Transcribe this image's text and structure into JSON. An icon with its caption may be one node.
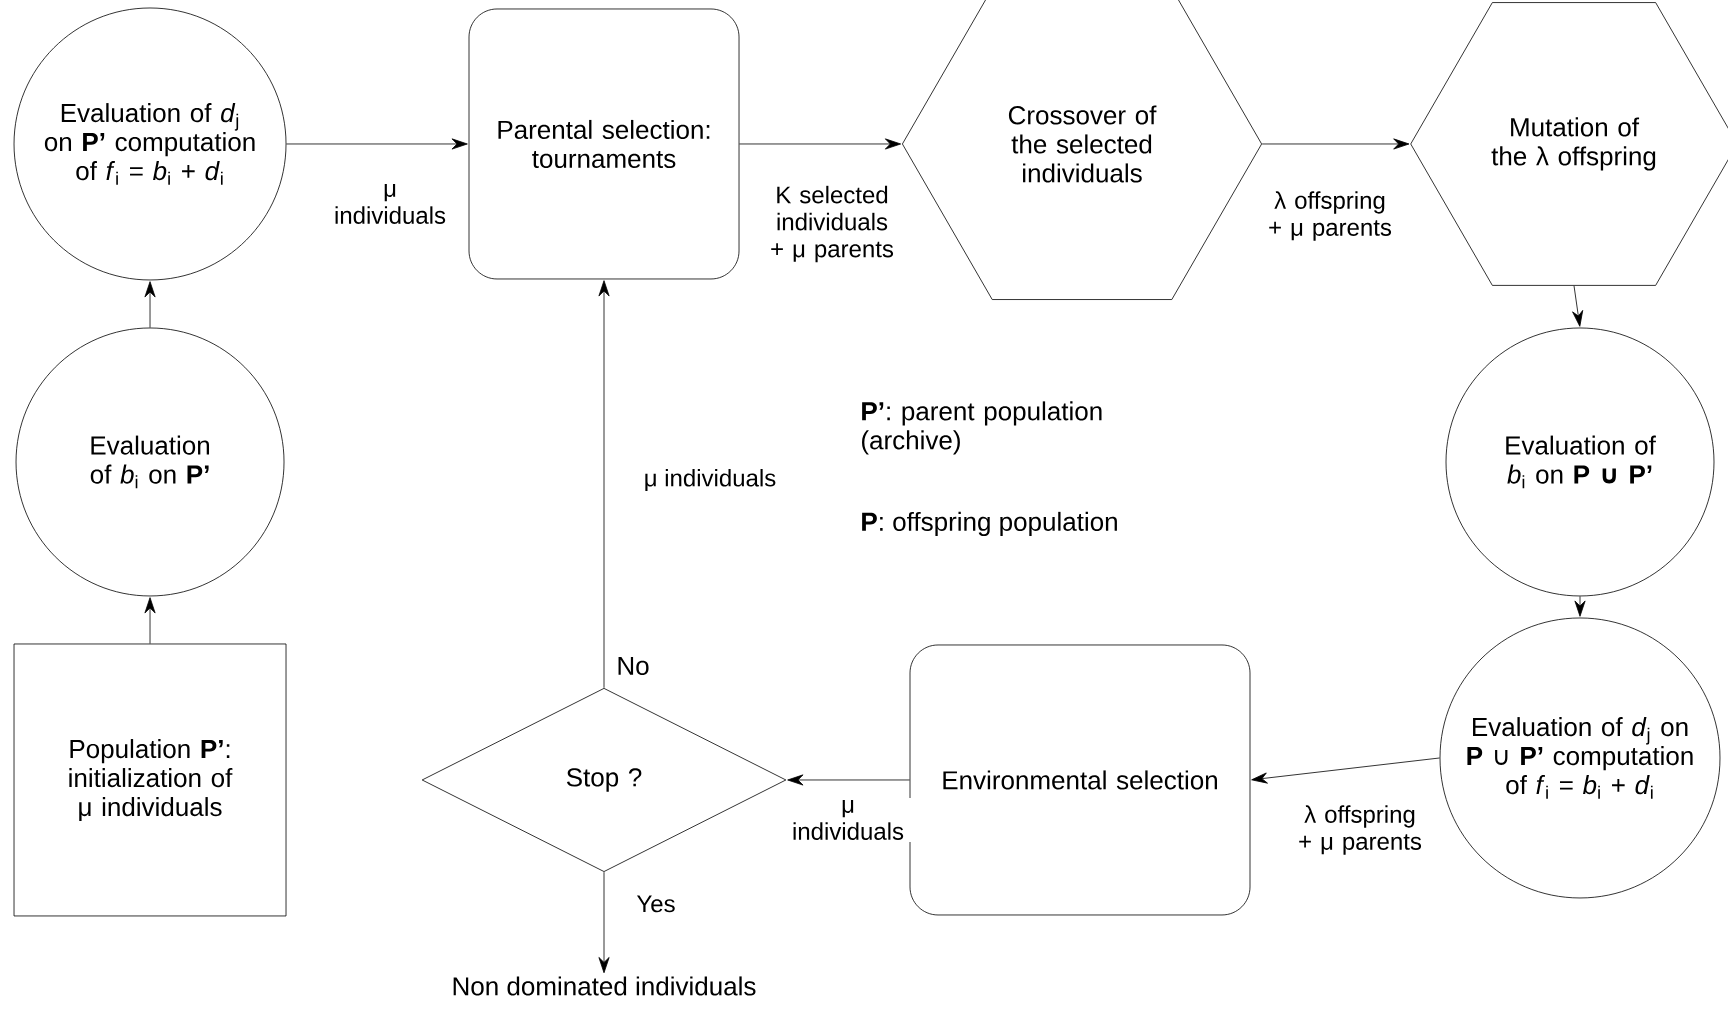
{
  "diagram": {
    "nodes": [
      {
        "text": [
          "Population **P’**: initialization of μ individuals"
        ]
      },
      {
        "text": [
          "Evaluation of *b*$_{i}$ on **P’**"
        ]
      },
      {
        "text": [
          "Evaluation of *d*$_{j}$ on **P’** computation of *f*$_{i}$ = *b*$_{i}$ + *d*$_{i}$"
        ]
      },
      {
        "text": [
          "Parental selection: tournaments"
        ]
      },
      {
        "text": [
          "Crossover of the selected individuals"
        ]
      },
      {
        "text": [
          "Mutation of the λ offspring"
        ]
      },
      {
        "text": [
          "Evaluation of *b*$_{i}$ on **P ∪ P’**"
        ]
      },
      {
        "text": [
          "Evaluation of *d*$_{j}$ on **P** ∪ **P’** computation of *f*$_{i}$ = *b*$_{i}$ + *d*$_{i}$"
        ]
      },
      {
        "text": [
          "Environmental selection"
        ]
      },
      {
        "text": [
          "Stop ?"
        ]
      },
      {
        "text": [
          "Non dominated individuals"
        ]
      }
    ],
    "edges": [
      {
        "from": 0,
        "to": 1,
        "arrow": "to"
      },
      {
        "from": 1,
        "to": 2,
        "arrow": "to"
      },
      {
        "from": 2,
        "to": 3,
        "arrow": "to",
        "label": "μ individuals"
      },
      {
        "from": 3,
        "to": 4,
        "arrow": "to",
        "label": "K selected individuals + μ parents"
      },
      {
        "from": 4,
        "to": 5,
        "arrow": "to",
        "label": "λ offspring + μ parents"
      },
      {
        "from": 5,
        "to": 6,
        "arrow": "to"
      },
      {
        "from": 6,
        "to": 7,
        "arrow": "to"
      },
      {
        "from": 7,
        "to": 8,
        "arrow": "to",
        "label": "λ offspring + μ parents"
      },
      {
        "from": 8,
        "to": 9,
        "arrow": "to",
        "label": "μ individuals"
      },
      {
        "from": 9,
        "to": 3,
        "arrow": "to",
        "label": "μ individuals"
      },
      {
        "from": 9,
        "to": 10,
        "arrow": "to",
        "label": "Yes"
      }
    ],
    "labels": [
      "No",
      "**P’**: parent population (archive)",
      "**P**: offspring population"
    ]
  }
}
